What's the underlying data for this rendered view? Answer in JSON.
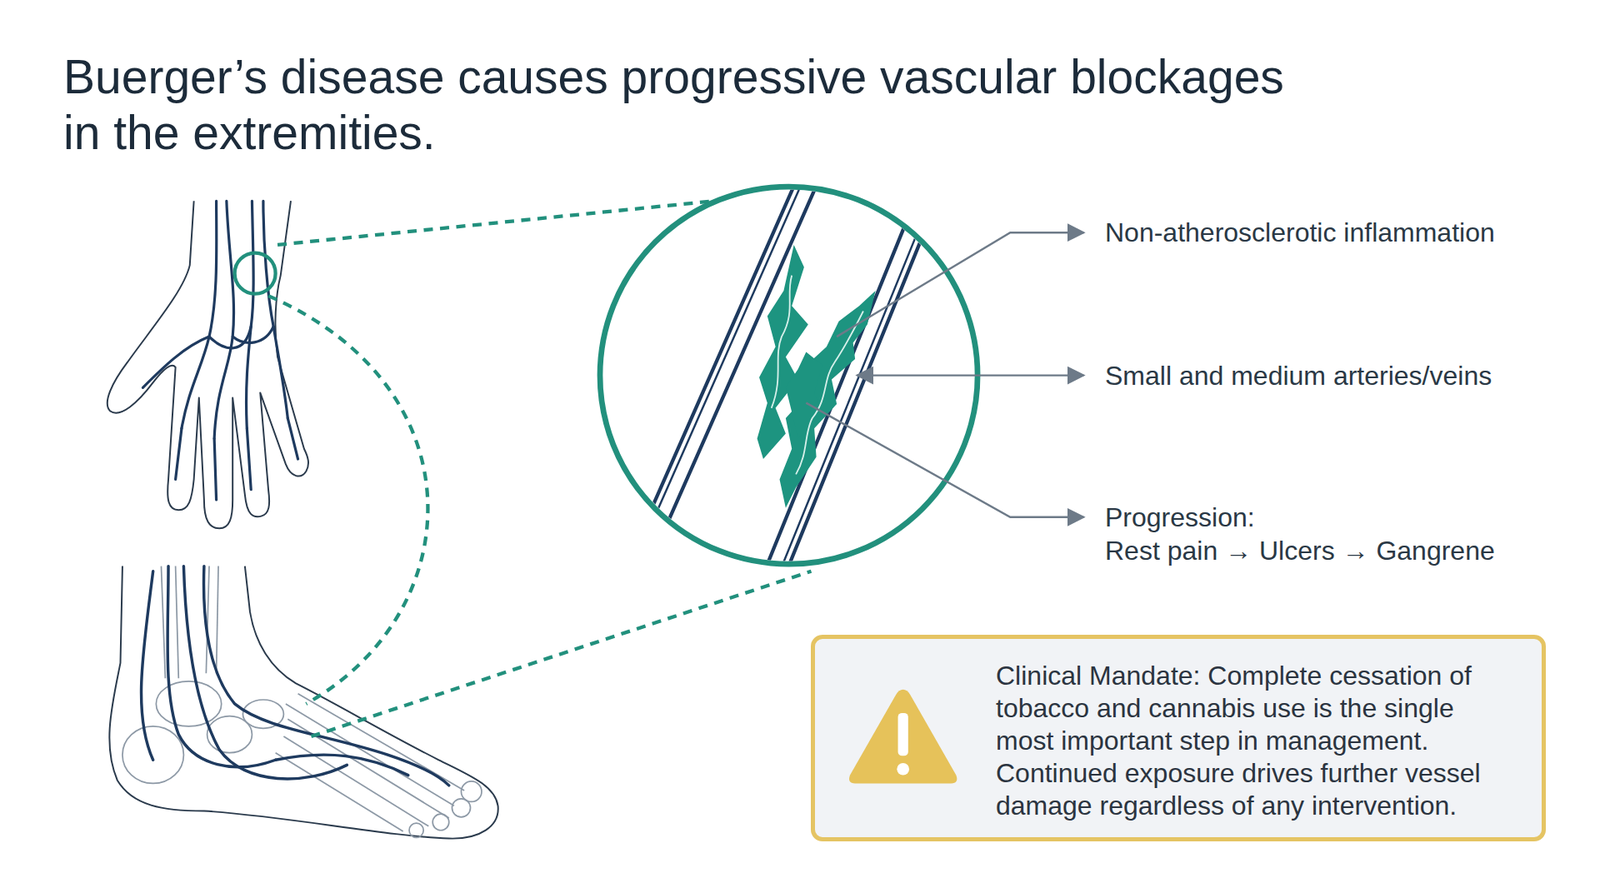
{
  "diagram": {
    "title": "Buerger’s disease causes progressive vascular blockages in the extremities.",
    "nodes": [
      {
        "text": [
          "Clinical Mandate: Complete cessation of tobacco and cannabis use is the single most important step in management. Continued exposure drives further vessel damage regardless of any intervention."
        ]
      }
    ],
    "labels": [
      "Non-atherosclerotic inflammation",
      "Small and medium arteries/veins",
      "Progression:",
      "Rest pain → Ulcers → Gangrene"
    ]
  }
}
